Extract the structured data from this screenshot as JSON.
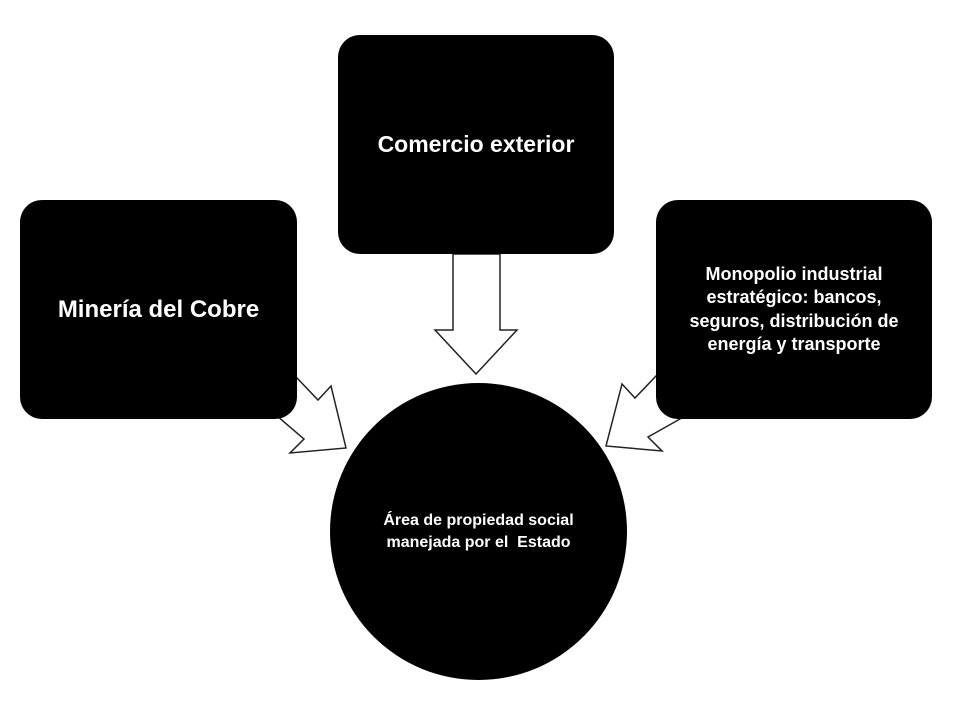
{
  "diagram": {
    "top_box": {
      "label": "Comercio exterior"
    },
    "left_box": {
      "label": "Minería del Cobre"
    },
    "right_box": {
      "label": "Monopolio industrial estratégico: bancos, seguros, distribución de energía y transporte"
    },
    "center": {
      "label": "Área de propiedad social manejada por el  Estado"
    }
  },
  "colors": {
    "node_fill": "#000000",
    "node_text": "#ffffff",
    "arrow_fill": "#ffffff",
    "arrow_stroke": "#222222",
    "background": "#ffffff"
  }
}
